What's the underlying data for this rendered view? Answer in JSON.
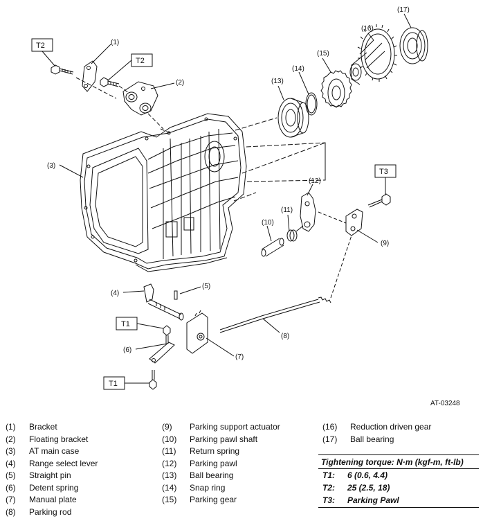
{
  "figure": {
    "id": "AT-03248",
    "callouts": [
      "(1)",
      "(2)",
      "(3)",
      "(4)",
      "(5)",
      "(6)",
      "(7)",
      "(8)",
      "(9)",
      "(10)",
      "(11)",
      "(12)",
      "(13)",
      "(14)",
      "(15)",
      "(16)",
      "(17)"
    ],
    "torque_tags": [
      "T1",
      "T2",
      "T3"
    ]
  },
  "legend": {
    "col1": [
      {
        "num": "(1)",
        "label": "Bracket"
      },
      {
        "num": "(2)",
        "label": "Floating bracket"
      },
      {
        "num": "(3)",
        "label": "AT main case"
      },
      {
        "num": "(4)",
        "label": "Range select lever"
      },
      {
        "num": "(5)",
        "label": "Straight pin"
      },
      {
        "num": "(6)",
        "label": "Detent spring"
      },
      {
        "num": "(7)",
        "label": "Manual plate"
      },
      {
        "num": "(8)",
        "label": "Parking rod"
      }
    ],
    "col2": [
      {
        "num": "(9)",
        "label": "Parking support actuator"
      },
      {
        "num": "(10)",
        "label": "Parking pawl shaft"
      },
      {
        "num": "(11)",
        "label": "Return spring"
      },
      {
        "num": "(12)",
        "label": "Parking pawl"
      },
      {
        "num": "(13)",
        "label": "Ball bearing"
      },
      {
        "num": "(14)",
        "label": "Snap ring"
      },
      {
        "num": "(15)",
        "label": "Parking gear"
      }
    ],
    "col3": [
      {
        "num": "(16)",
        "label": "Reduction driven gear"
      },
      {
        "num": "(17)",
        "label": "Ball bearing"
      }
    ]
  },
  "torque": {
    "title": "Tightening torque: N·m (kgf-m, ft-lb)",
    "rows": [
      {
        "key": "T1:",
        "value": "6 (0.6, 4.4)"
      },
      {
        "key": "T2:",
        "value": "25 (2.5, 18)"
      },
      {
        "key": "T3:",
        "value": "Parking Pawl"
      }
    ]
  }
}
